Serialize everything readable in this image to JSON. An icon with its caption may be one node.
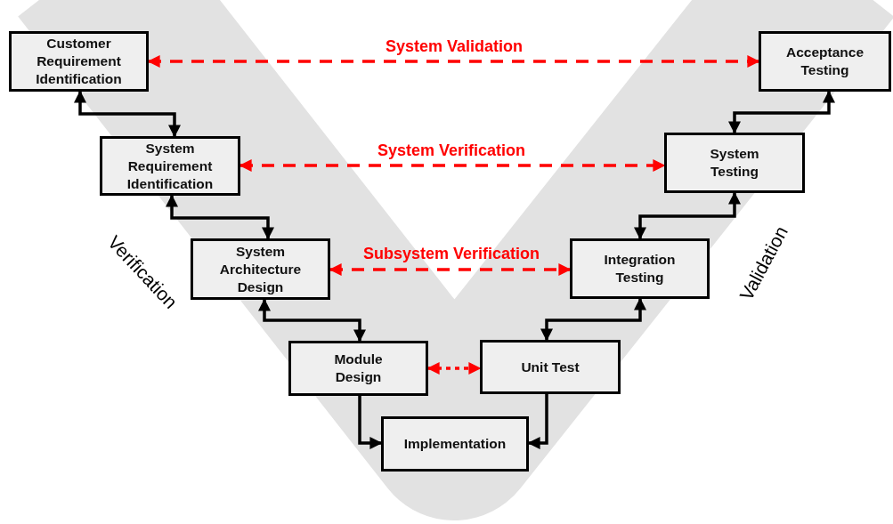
{
  "diagram": {
    "nodes": [
      {
        "text": [
          "Customer Requirement Identification"
        ]
      },
      {
        "text": [
          "System Requirement Identification"
        ]
      },
      {
        "text": [
          "System Architecture Design"
        ]
      },
      {
        "text": [
          "Module Design"
        ]
      },
      {
        "text": [
          "Implementation"
        ]
      },
      {
        "text": [
          "Unit Test"
        ]
      },
      {
        "text": [
          "Integration Testing"
        ]
      },
      {
        "text": [
          "System Testing"
        ]
      },
      {
        "text": [
          "Acceptance Testing"
        ]
      }
    ],
    "edges": [
      {
        "from": 0,
        "to": 1,
        "arrow": "both"
      },
      {
        "from": 1,
        "to": 2,
        "arrow": "both"
      },
      {
        "from": 2,
        "to": 3,
        "arrow": "both"
      },
      {
        "from": 3,
        "to": 4,
        "arrow": "to"
      },
      {
        "from": 5,
        "to": 4,
        "arrow": "to"
      },
      {
        "from": 5,
        "to": 6,
        "arrow": "both"
      },
      {
        "from": 6,
        "to": 7,
        "arrow": "both"
      },
      {
        "from": 7,
        "to": 8,
        "arrow": "both"
      },
      {
        "from": 0,
        "to": 8,
        "arrow": "both",
        "label": "System Validation",
        "style": "dashed",
        "color": "#ff0000"
      },
      {
        "from": 1,
        "to": 7,
        "arrow": "both",
        "label": "System Verification",
        "style": "dashed",
        "color": "#ff0000"
      },
      {
        "from": 2,
        "to": 6,
        "arrow": "both",
        "label": "Subsystem Verification",
        "style": "dashed",
        "color": "#ff0000"
      },
      {
        "from": 3,
        "to": 5,
        "arrow": "both",
        "style": "dashed",
        "color": "#ff0000"
      }
    ],
    "labels": [
      "Verification",
      "Validation"
    ]
  }
}
